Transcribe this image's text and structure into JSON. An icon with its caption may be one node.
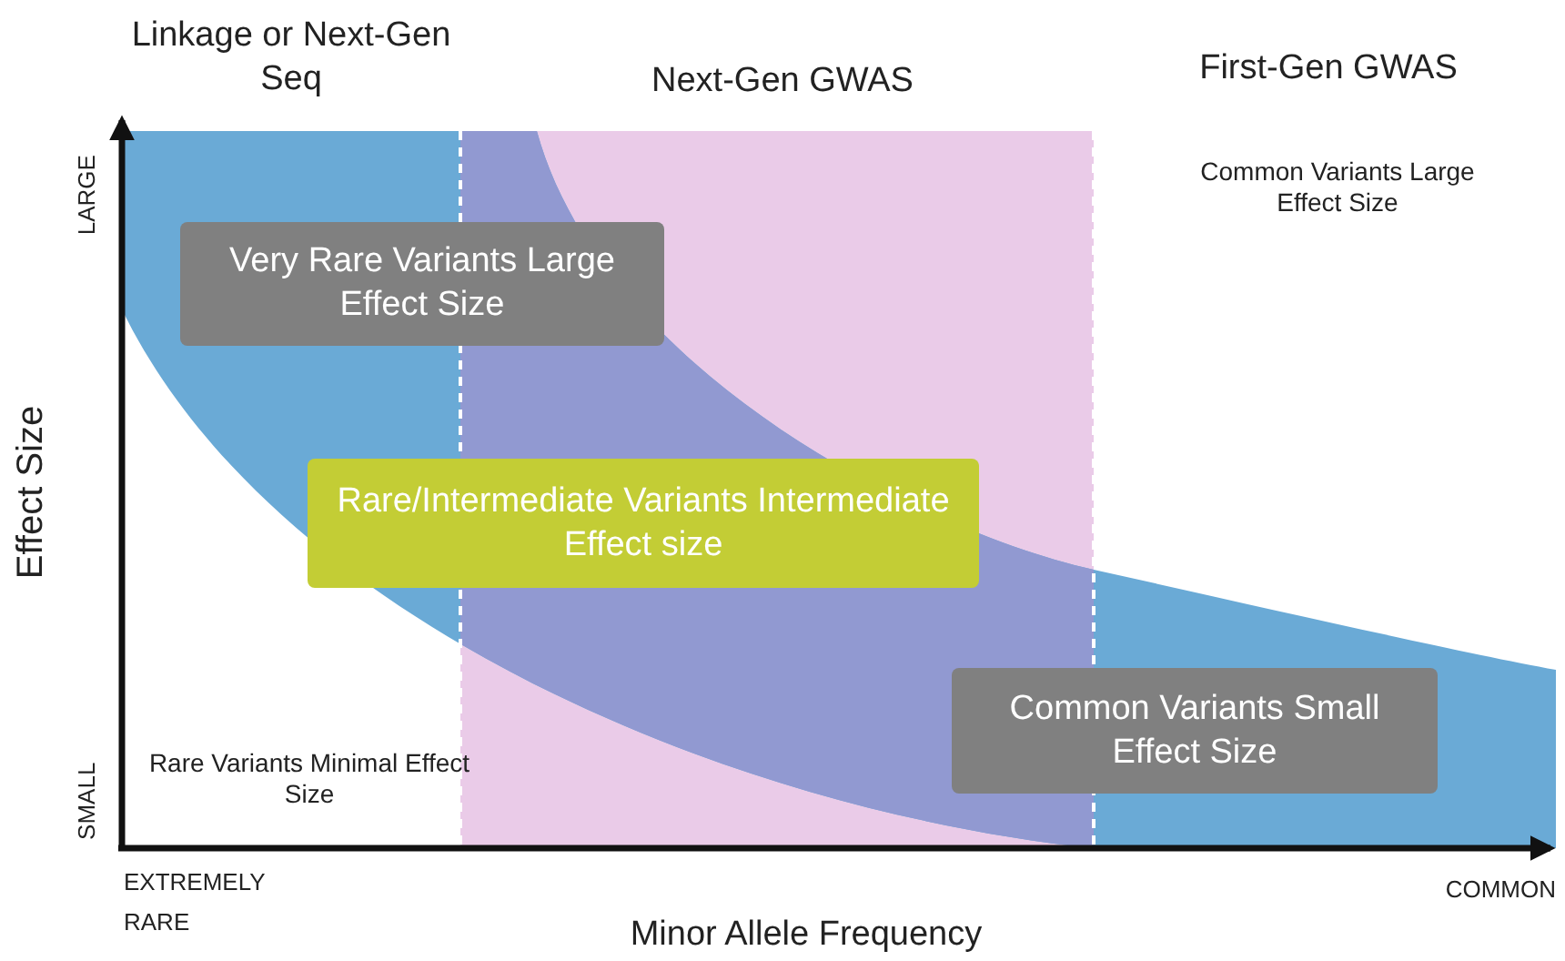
{
  "diagram": {
    "nodes": [
      {
        "text": [
          "Very Rare Variants Large Effect Size"
        ]
      },
      {
        "text": [
          "Rare/Intermediate Variants Intermediate Effect size"
        ]
      },
      {
        "text": [
          "Common Variants Small Effect Size"
        ]
      }
    ],
    "labels": [
      "Linkage or Next-Gen Seq",
      "Next-Gen GWAS",
      "First-Gen GWAS",
      "Common Variants Large Effect Size",
      "LARGE",
      "Effect Size",
      "Rare Variants Minimal Effect Size",
      "SMALL",
      "EXTREMELY RARE",
      "COMMON",
      "Minor Allele Frequency"
    ]
  }
}
